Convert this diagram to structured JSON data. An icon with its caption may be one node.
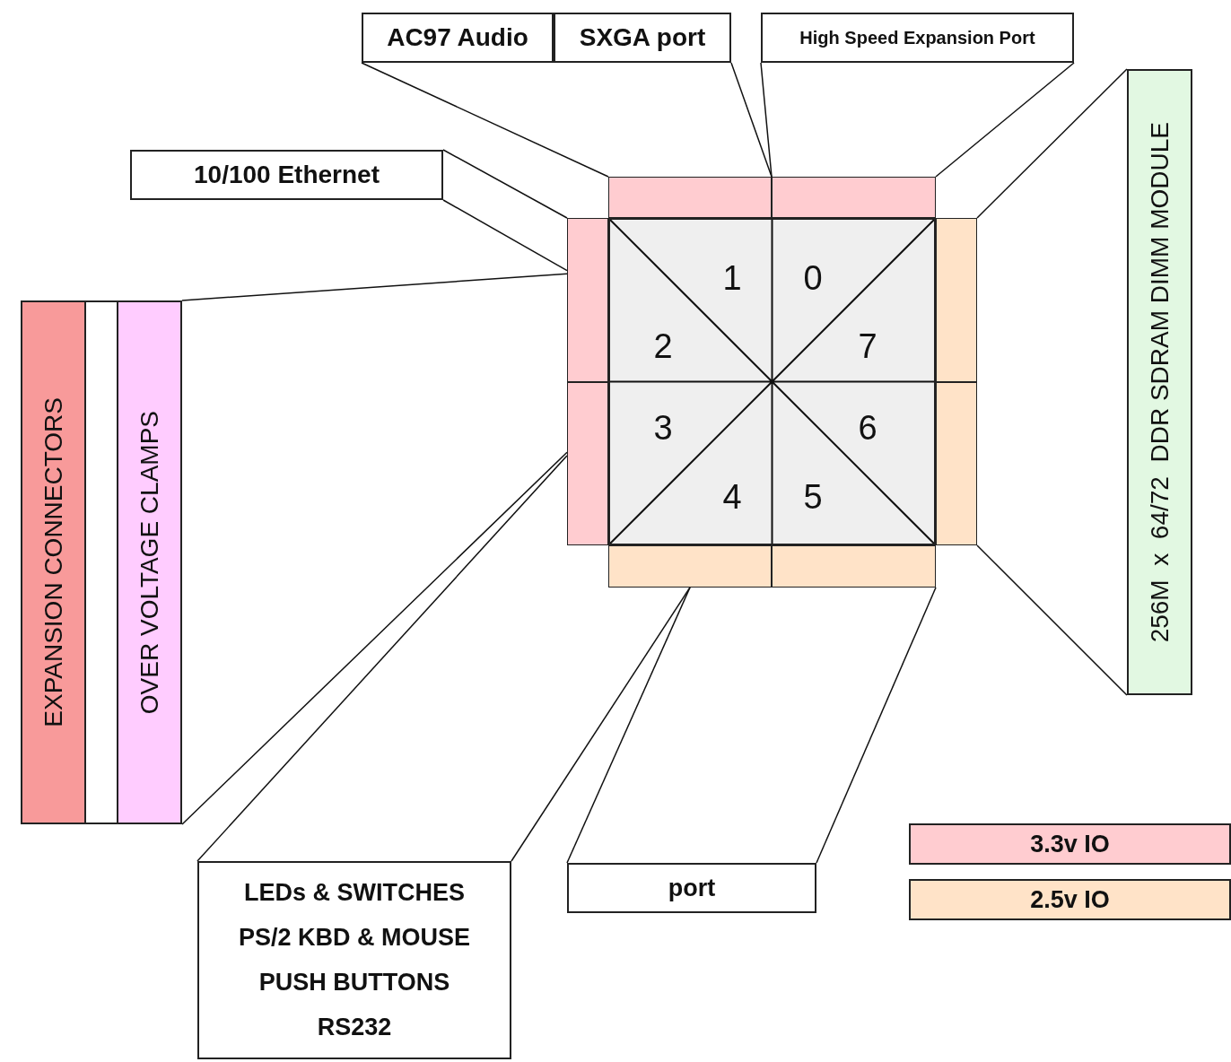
{
  "diagram": {
    "nodes": [
      {
        "text": [
          "AC97 Audio"
        ]
      },
      {
        "text": [
          "SXGA port"
        ]
      },
      {
        "text": [
          "High Speed Expansion Port"
        ]
      },
      {
        "text": [
          "10/100 Ethernet"
        ]
      },
      {
        "text": [
          "EXPANSION CONNECTORS"
        ]
      },
      {
        "text": [],
        "shape": "box"
      },
      {
        "text": [
          "OVER VOLTAGE CLAMPS"
        ]
      },
      {
        "text": [
          "256M  x  64/72  DDR SDRAM DIMM MODULE"
        ]
      },
      {
        "text": [],
        "shape": "box"
      },
      {
        "text": [
          "1"
        ],
        "in": 8
      },
      {
        "text": [
          "0"
        ],
        "in": 8
      },
      {
        "text": [
          "2"
        ],
        "in": 8
      },
      {
        "text": [
          "7"
        ],
        "in": 8
      },
      {
        "text": [
          "3"
        ],
        "in": 8
      },
      {
        "text": [
          "6"
        ],
        "in": 8
      },
      {
        "text": [
          "4"
        ],
        "in": 8
      },
      {
        "text": [
          "5"
        ],
        "in": 8
      },
      {
        "text": [],
        "shape": "bar"
      },
      {
        "text": [],
        "shape": "bar"
      },
      {
        "text": [],
        "shape": "bar"
      },
      {
        "text": [],
        "shape": "bar"
      },
      {
        "text": [],
        "shape": "bar"
      },
      {
        "text": [],
        "shape": "bar"
      },
      {
        "text": [],
        "shape": "bar"
      },
      {
        "text": [],
        "shape": "bar"
      },
      {
        "text": [
          "LEDs & SWITCHES",
          "PS/2 KBD & MOUSE",
          "PUSH BUTTONS",
          "RS232"
        ]
      },
      {
        "text": [
          "port"
        ]
      }
    ],
    "edges": [
      {
        "from": 0,
        "to": 17,
        "arrow": "none"
      },
      {
        "from": 1,
        "to": 17,
        "arrow": "none"
      },
      {
        "from": 2,
        "to": 18,
        "arrow": "none"
      },
      {
        "from": 2,
        "to": 18,
        "arrow": "none"
      },
      {
        "from": 3,
        "to": 19,
        "arrow": "none"
      },
      {
        "from": 3,
        "to": 19,
        "arrow": "none"
      },
      {
        "from": 6,
        "to": 19,
        "arrow": "none"
      },
      {
        "from": 6,
        "to": 21,
        "arrow": "none"
      },
      {
        "from": 25,
        "to": 21,
        "arrow": "none"
      },
      {
        "from": 25,
        "to": 23,
        "arrow": "none"
      },
      {
        "from": 26,
        "to": 23,
        "arrow": "none"
      },
      {
        "from": 26,
        "to": 24,
        "arrow": "none"
      },
      {
        "from": 7,
        "to": 20,
        "arrow": "none"
      },
      {
        "from": 7,
        "to": 22,
        "arrow": "none"
      }
    ],
    "legend": [
      {
        "text": "3.3v IO",
        "color": "#ffccd0"
      },
      {
        "text": "2.5v IO",
        "color": "#ffe3c8"
      }
    ]
  }
}
